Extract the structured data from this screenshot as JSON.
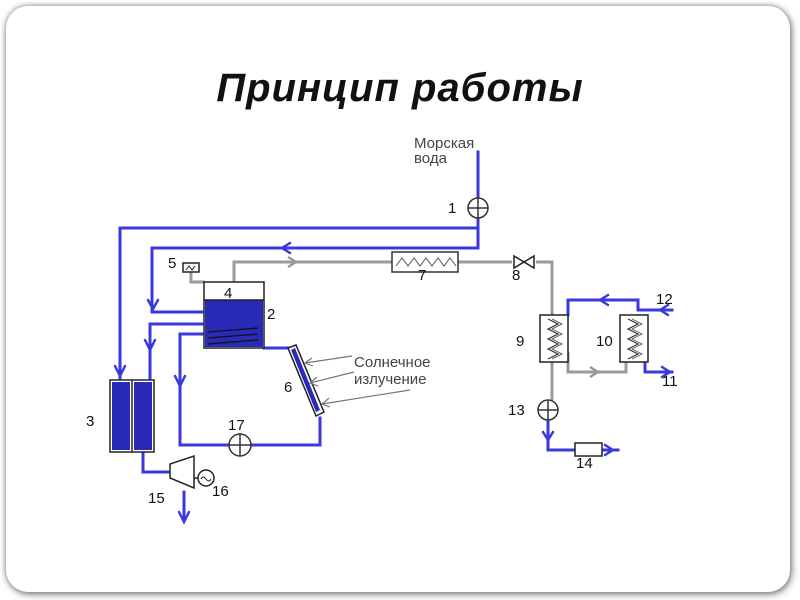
{
  "title": "Принцип работы",
  "labels": {
    "sea_water_1": "Морская",
    "sea_water_2": "вода",
    "solar_1": "Солнечное",
    "solar_2": "излучение"
  },
  "components": [
    "1",
    "2",
    "3",
    "4",
    "5",
    "6",
    "7",
    "8",
    "9",
    "10",
    "11",
    "12",
    "13",
    "14",
    "15",
    "16",
    "17"
  ],
  "colors": {
    "pipe_blue": "#3a3adc",
    "pipe_gray": "#999999",
    "tank_blue": "#2a2ab8"
  }
}
